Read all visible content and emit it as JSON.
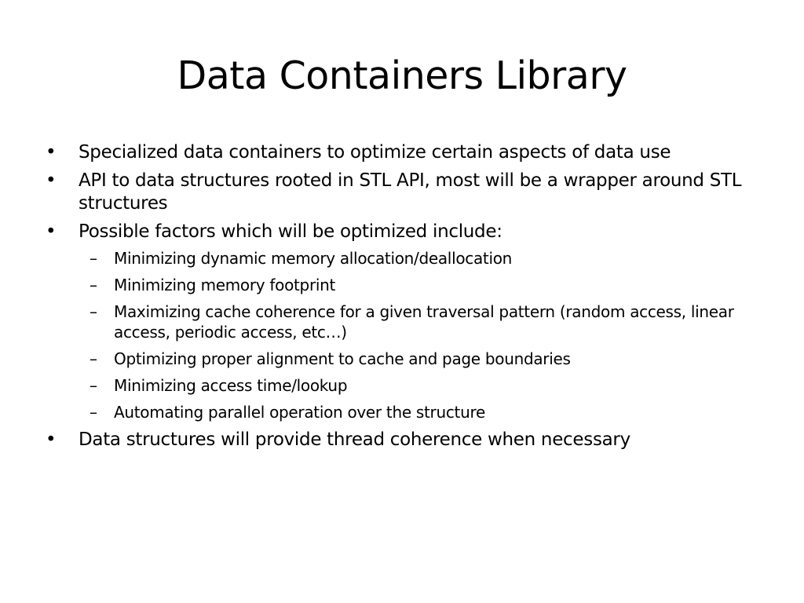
{
  "slide": {
    "title": "Data Containers Library",
    "bullet_marker": "•",
    "sub_marker": "–",
    "bullets": [
      {
        "text": "Specialized data containers to optimize certain aspects of data use"
      },
      {
        "text": "API to data structures rooted in STL API, most will be a wrapper around STL structures"
      },
      {
        "text": "Possible factors which will be optimized include:",
        "sub_items": [
          "Minimizing dynamic memory allocation/deallocation",
          "Minimizing memory footprint",
          "Maximizing cache coherence for a given traversal pattern (random access, linear access, periodic access, etc…)",
          "Optimizing proper alignment to cache and page boundaries",
          "Minimizing access time/lookup",
          "Automating parallel operation over the structure"
        ]
      },
      {
        "text": "Data structures will provide thread coherence when necessary"
      }
    ]
  }
}
